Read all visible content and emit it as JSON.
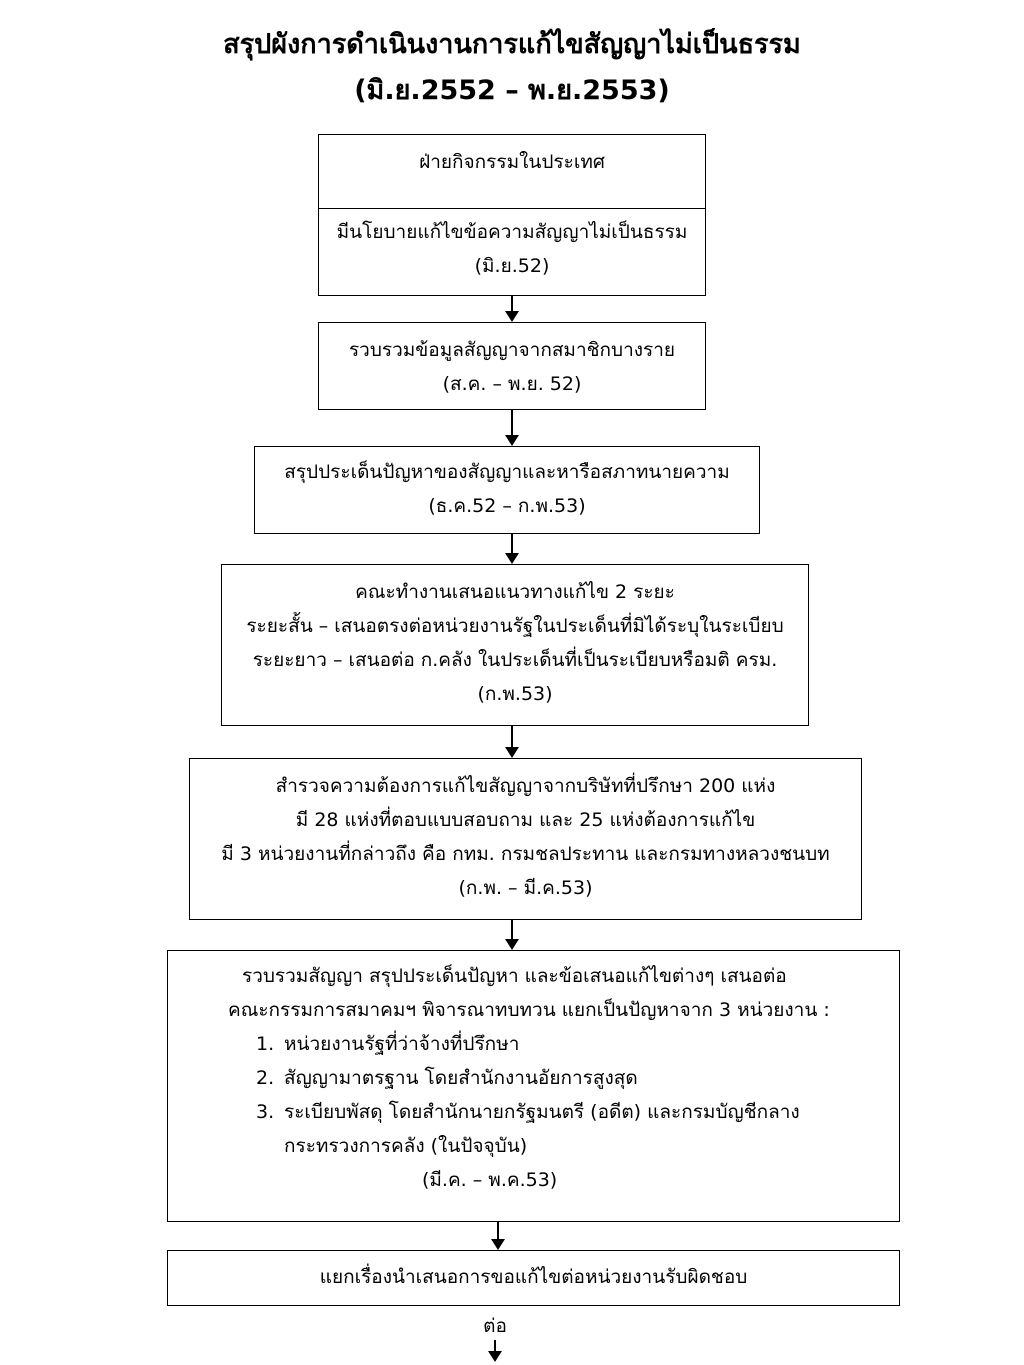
{
  "title": {
    "line1": "สรุปผังการดำเนินงานการแก้ไขสัญญาไม่เป็นธรรม",
    "line2": "(มิ.ย.2552 – พ.ย.2553)"
  },
  "steps": {
    "s1": {
      "header": "ฝ่ายกิจกรรมในประเทศ",
      "line1": "มีนโยบายแก้ไขข้อความสัญญาไม่เป็นธรรม",
      "line2": "(มิ.ย.52)"
    },
    "s2": {
      "line1": "รวบรวมข้อมูลสัญญาจากสมาชิกบางราย",
      "line2": "(ส.ค. – พ.ย. 52)"
    },
    "s3": {
      "line1": "สรุปประเด็นปัญหาของสัญญาและหารือสภาทนายความ",
      "line2": "(ธ.ค.52 – ก.พ.53)"
    },
    "s4": {
      "line1": "คณะทำงานเสนอแนวทางแก้ไข 2 ระยะ",
      "line2": "ระยะสั้น – เสนอตรงต่อหน่วยงานรัฐในประเด็นที่มิได้ระบุในระเบียบ",
      "line3": "ระยะยาว – เสนอต่อ ก.คลัง ในประเด็นที่เป็นระเบียบหรือมติ ครม.",
      "line4": "(ก.พ.53)"
    },
    "s5": {
      "line1": "สำรวจความต้องการแก้ไขสัญญาจากบริษัทที่ปรึกษา 200 แห่ง",
      "line2": "มี 28 แห่งที่ตอบแบบสอบถาม และ 25 แห่งต้องการแก้ไข",
      "line3": "มี 3 หน่วยงานที่กล่าวถึง คือ กทม.  กรมชลประทาน และกรมทางหลวงชนบท",
      "line4": "(ก.พ. – มี.ค.53)"
    },
    "s6": {
      "line1": "รวบรวมสัญญา  สรุปประเด็นปัญหา และข้อเสนอแก้ไขต่างๆ เสนอต่อ",
      "line2": "คณะกรรมการสมาคมฯ พิจารณาทบทวน  แยกเป็นปัญหาจาก 3 หน่วยงาน :",
      "items": [
        {
          "num": "1.",
          "text": "หน่วยงานรัฐที่ว่าจ้างที่ปรึกษา"
        },
        {
          "num": "2.",
          "text": "สัญญามาตรฐาน โดยสำนักงานอัยการสูงสุด"
        },
        {
          "num": "3.",
          "text": "ระเบียบพัสดุ โดยสำนักนายกรัฐมนตรี (อดีต) และกรมบัญชีกลาง"
        }
      ],
      "item3_cont": "กระทรวงการคลัง (ในปัจจุบัน)",
      "date": "(มี.ค. – พ.ค.53)"
    },
    "s7": {
      "line1": "แยกเรื่องนำเสนอการขอแก้ไขต่อหน่วยงานรับผิดชอบ"
    }
  },
  "continue_label": "ต่อ"
}
